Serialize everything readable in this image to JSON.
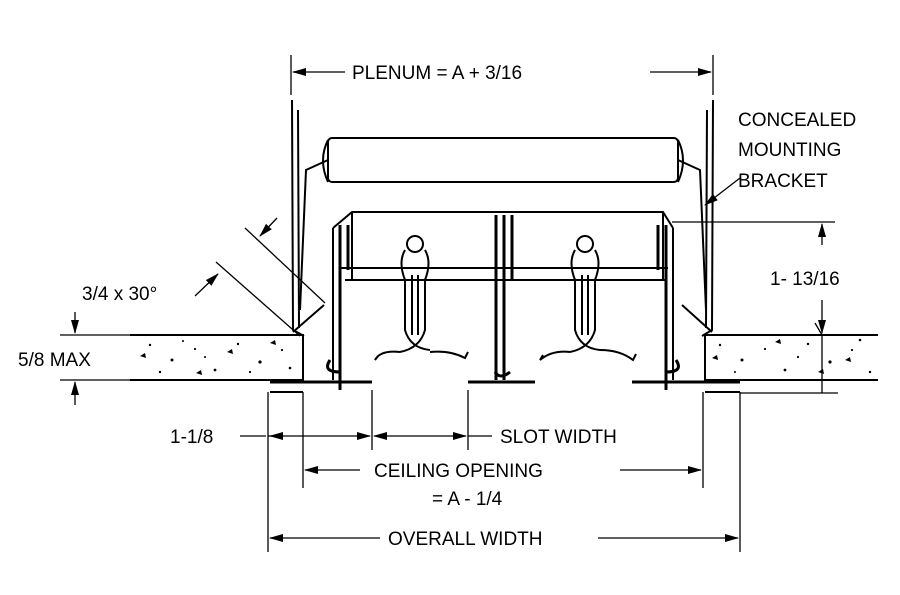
{
  "labels": {
    "plenum": "PLENUM = A + 3/16",
    "concealed_1": "CONCEALED",
    "concealed_2": "MOUNTING",
    "concealed_3": "BRACKET",
    "height": "1- 13/16",
    "chamfer": "3/4 x 30°",
    "ceiling_thickness": "5/8 MAX",
    "flange": "1-1/8",
    "slot_width": "SLOT WIDTH",
    "ceiling_opening_1": "CEILING OPENING",
    "ceiling_opening_2": "= A - 1/4",
    "overall_width": "OVERALL WIDTH"
  }
}
